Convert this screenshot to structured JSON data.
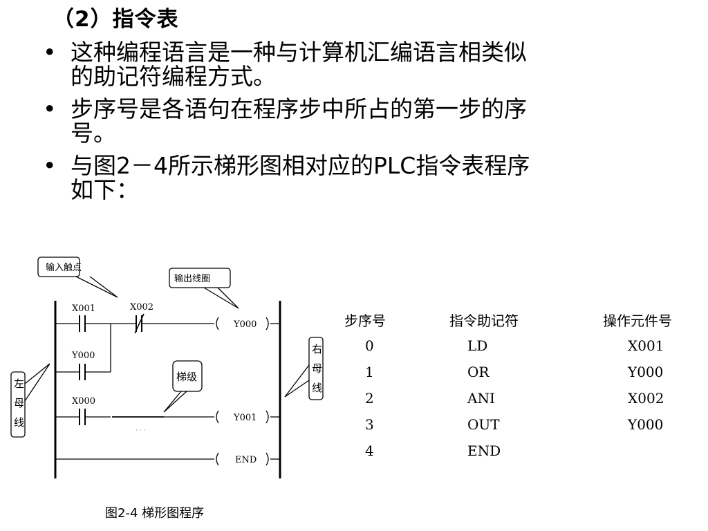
{
  "slide": {
    "title": "（2）指令表",
    "bullets": [
      {
        "line1": "这种编程语言是一种与计算机汇编语言相类似",
        "line2": "的助记符编程方式。"
      },
      {
        "line1": "步序号是各语句在程序步中所占的第一步的序",
        "line2": "号。"
      },
      {
        "line1": "与图2－4所示梯形图相对应的PLC指令表程序",
        "line2": "如下："
      }
    ]
  },
  "diagram": {
    "callouts": {
      "input_contact": "输入触点",
      "output_coil": "输出线圈",
      "rung": "梯级",
      "left_bus": [
        "左",
        "母",
        "线"
      ],
      "right_bus": [
        "右",
        "母",
        "线"
      ]
    },
    "contacts": {
      "x001": "X001",
      "x002": "X002",
      "y000": "Y000",
      "x000": "X000"
    },
    "coils": {
      "y000": "Y000",
      "y001": "Y001",
      "end": "END"
    },
    "dots": "· · ·",
    "caption": "图2-4  梯形图程序"
  },
  "instruction_table": {
    "headers": {
      "step": "步序号",
      "mnemonic": "指令助记符",
      "operand": "操作元件号"
    },
    "rows": [
      {
        "step": "0",
        "mnemonic": "LD",
        "operand": "X001"
      },
      {
        "step": "1",
        "mnemonic": "OR",
        "operand": "Y000"
      },
      {
        "step": "2",
        "mnemonic": "ANI",
        "operand": "X002"
      },
      {
        "step": "3",
        "mnemonic": "OUT",
        "operand": "Y000"
      },
      {
        "step": "4",
        "mnemonic": "END",
        "operand": ""
      }
    ]
  }
}
